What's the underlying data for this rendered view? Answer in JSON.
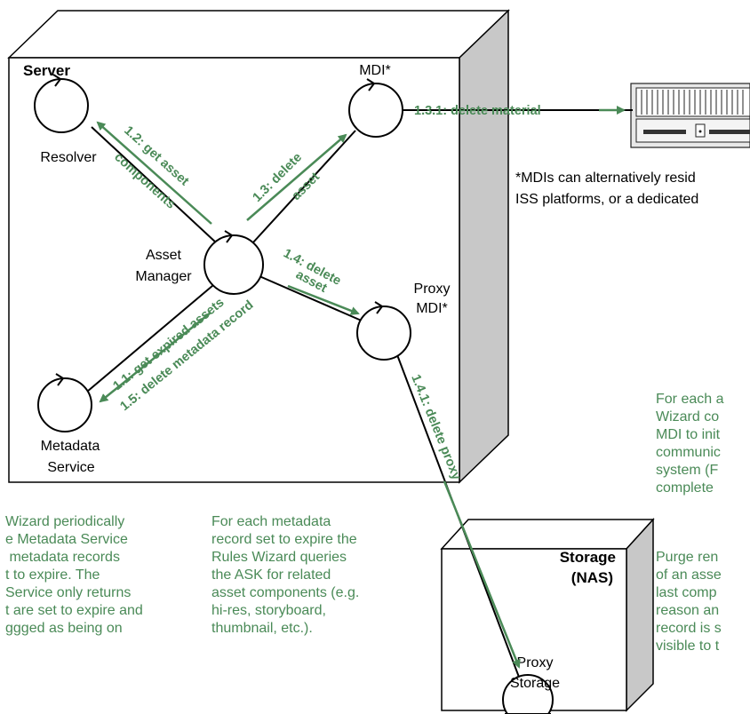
{
  "server": {
    "title": "Server"
  },
  "storage": {
    "title_line1": "Storage",
    "title_line2": "(NAS)"
  },
  "nodes": {
    "resolver": {
      "label": "Resolver"
    },
    "mdi": {
      "label": "MDI*"
    },
    "asset_manager": {
      "label_line1": "Asset",
      "label_line2": "Manager"
    },
    "proxy_mdi": {
      "label_line1": "Proxy",
      "label_line2": "MDI*"
    },
    "metadata_service": {
      "label_line1": "Metadata",
      "label_line2": "Service"
    },
    "proxy_storage": {
      "label_line1": "Proxy",
      "label_line2": "Storage"
    }
  },
  "messages": {
    "m1_2_a": "1.2: get asset",
    "m1_2_b": "components",
    "m1_3_a": "1.3: delete",
    "m1_3_b": "asset",
    "m1_4_a": "1.4: delete",
    "m1_4_b": "asset",
    "m1_1": "1.1: get expired assets",
    "m1_5": "1.5: delete metadata record",
    "m1_3_1": "1.3.1: delete material",
    "m1_4_1": "1.4.1: delete proxy"
  },
  "footnote": {
    "line1": "*MDIs can alternatively resid",
    "line2": "ISS platforms, or a dedicated"
  },
  "notes": {
    "left": "Wizard periodically\ne Metadata Service\n metadata records\nt to expire. The\nService only returns\nt are set to expire and\nggged as being on",
    "middle": "For each metadata\nrecord set to expire the\nRules Wizard queries\nthe ASK for related\nasset components (e.g.\nhi-res, storyboard,\nthumbnail, etc.).",
    "right_top": "For each a\nWizard co\nMDI to init\ncommunic\nsystem (F\ncomplete",
    "right_bottom": "Purge ren\nof an asse\nlast comp\nreason an\nrecord is s\nvisible to t"
  },
  "colors": {
    "accent_green": "#4a8a57",
    "box_side": "#c8c8c8",
    "line": "#000000"
  }
}
